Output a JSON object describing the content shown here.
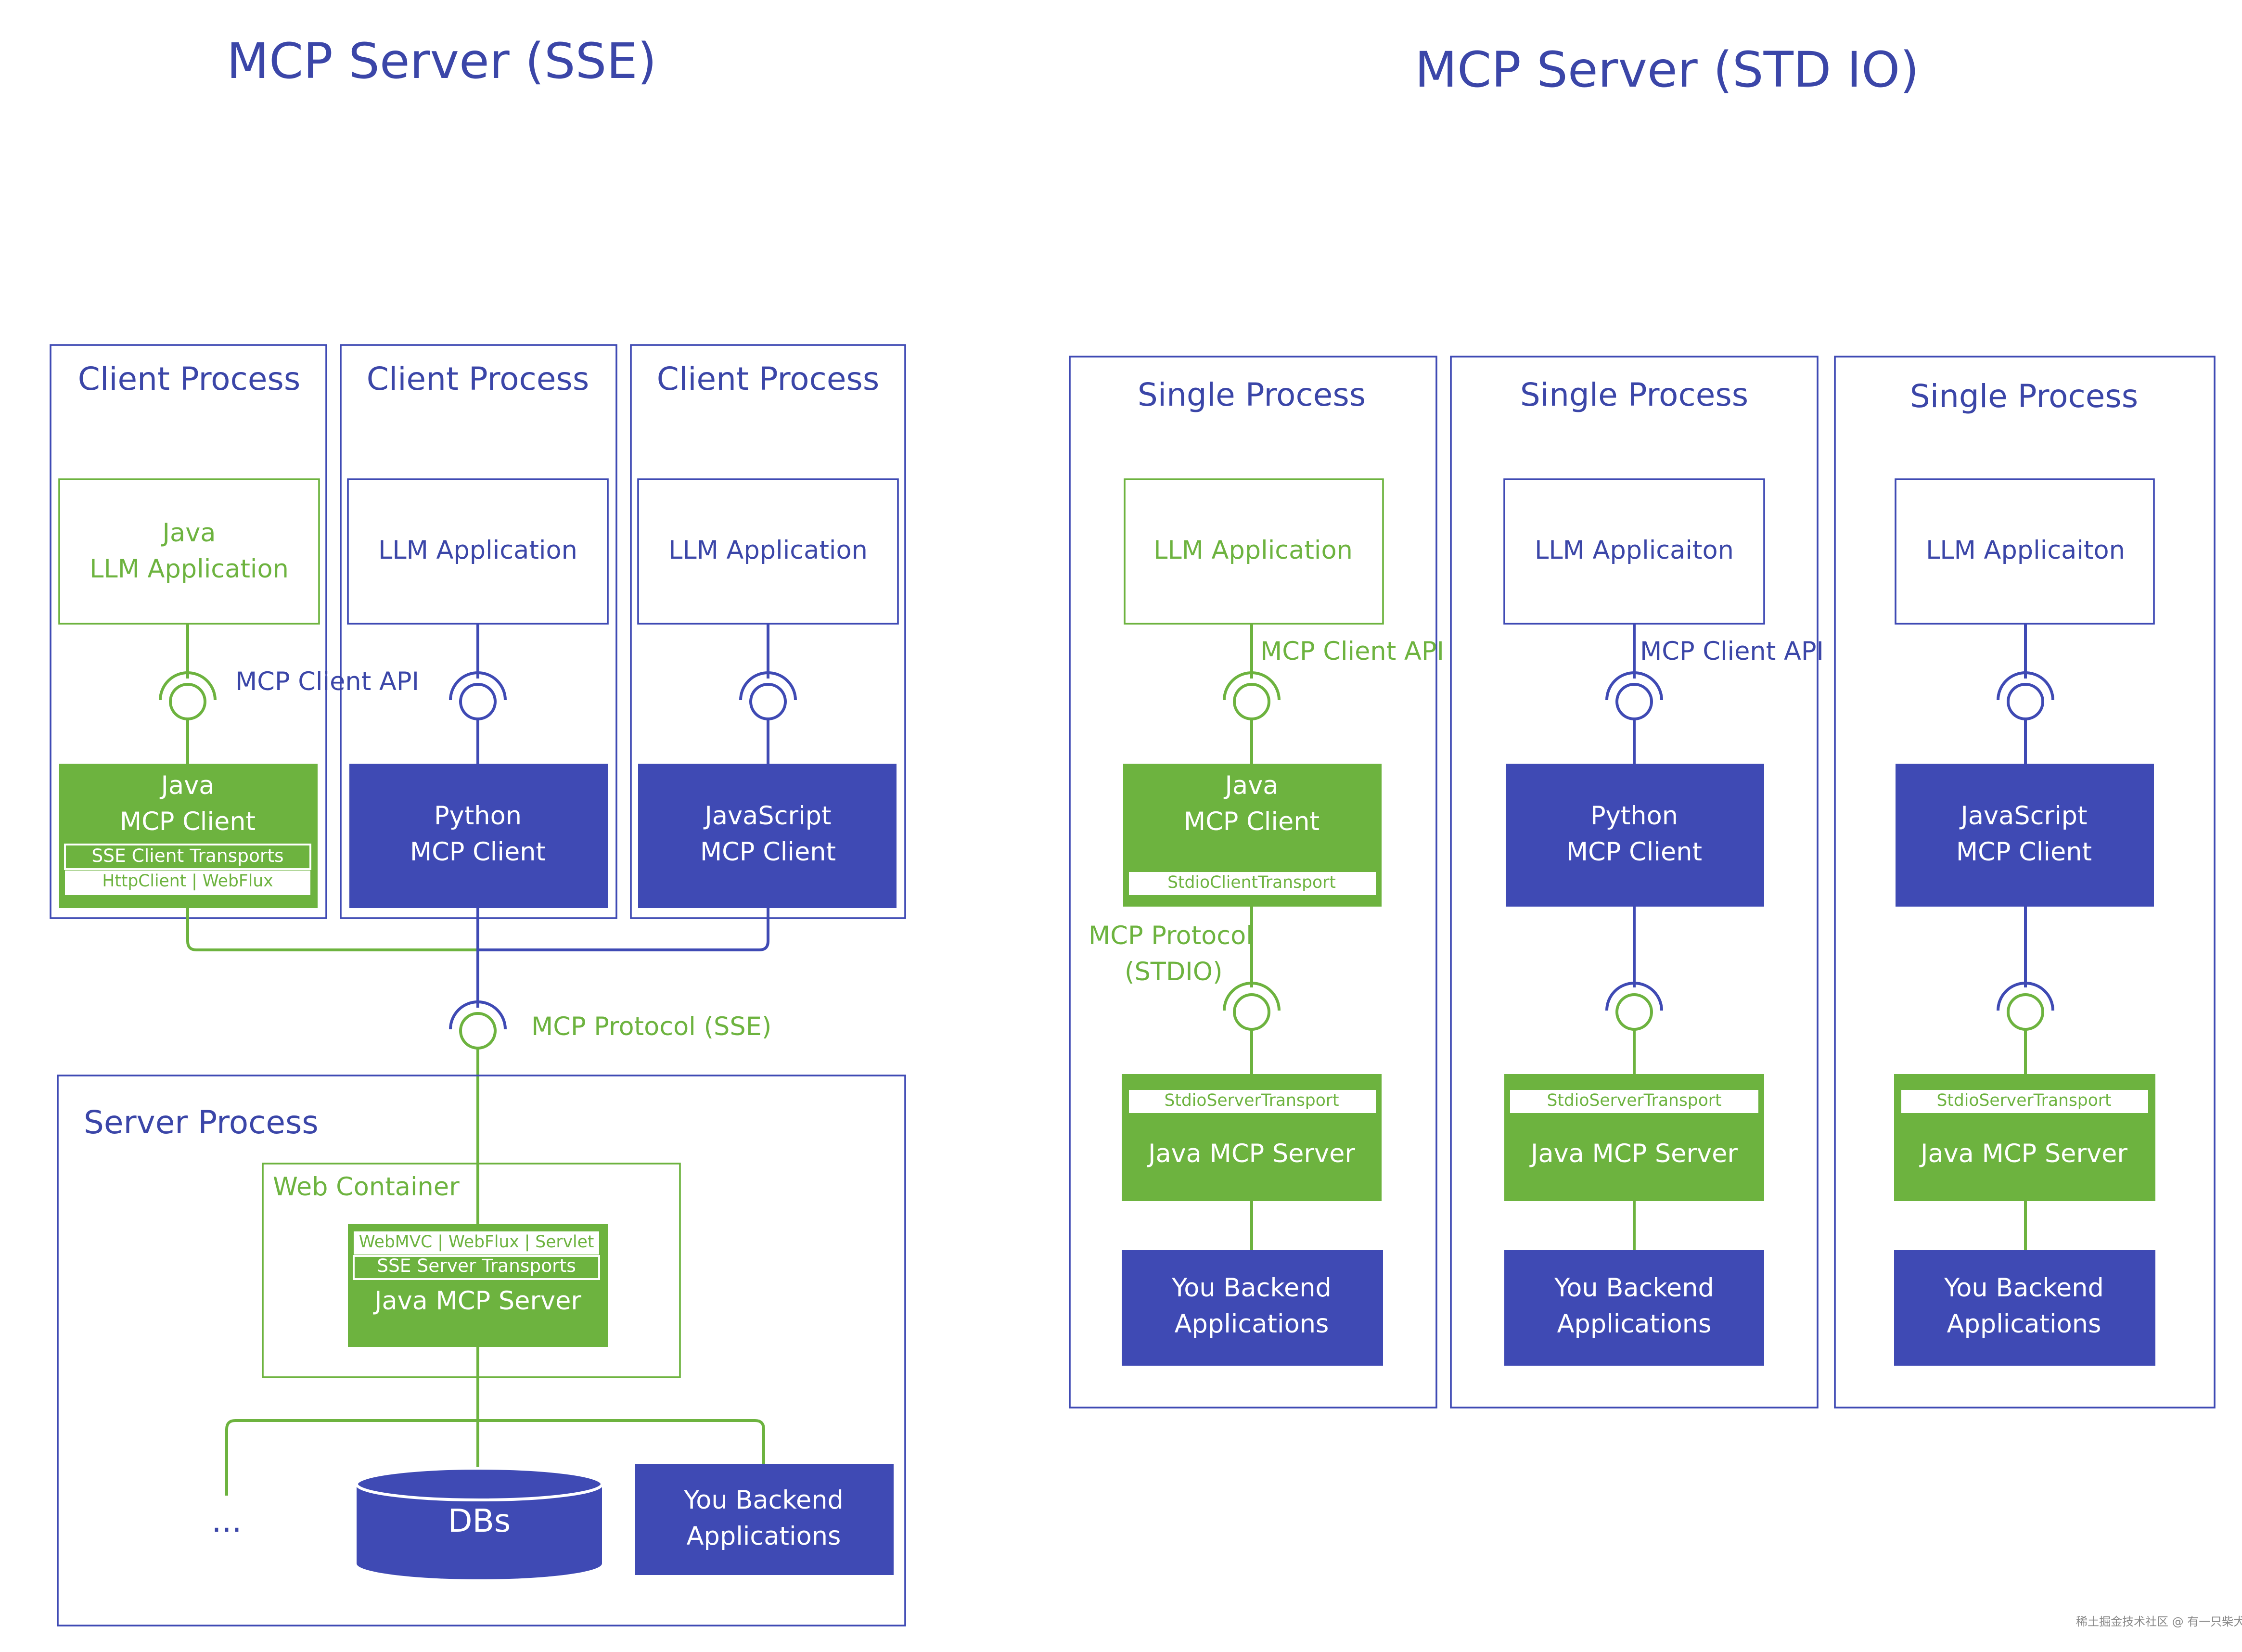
{
  "titles": {
    "sse": "MCP Server (SSE)",
    "stdio": "MCP Server (STD IO)"
  },
  "sse": {
    "client_process_label": "Client Process",
    "columns": [
      {
        "app_line1": "Java",
        "app_line2": "LLM Application",
        "client_line1": "Java",
        "client_line2": "MCP Client",
        "transport_line1": "SSE Client Transports",
        "transport_line2": "HttpClient | WebFlux",
        "color": "#6db33f"
      },
      {
        "app_line1": "",
        "app_line2": "LLM Application",
        "client_line1": "Python",
        "client_line2": "MCP Client",
        "color": "#3f4ab4"
      },
      {
        "app_line1": "",
        "app_line2": "LLM Application",
        "client_line1": "JavaScript",
        "client_line2": "MCP Client",
        "color": "#3f4ab4"
      }
    ],
    "mcp_client_api": "MCP Client API",
    "mcp_protocol": "MCP Protocol (SSE)",
    "server_process": "Server Process",
    "web_container": "Web Container",
    "server_transport_line1": "WebMVC | WebFlux | Servlet",
    "server_transport_line2": "SSE Server Transports",
    "server_name": "Java MCP Server",
    "ellipsis": "...",
    "dbs": "DBs",
    "backend_line1": "You Backend",
    "backend_line2": "Applications"
  },
  "stdio": {
    "single_process_label": "Single Process",
    "columns": [
      {
        "app": "LLM Application",
        "client_line1": "Java",
        "client_line2": "MCP Client",
        "client_transport": "StdioClientTransport",
        "api_label": "MCP Client API",
        "protocol_line1": "MCP Protocol",
        "protocol_line2": "(STDIO)",
        "color": "#6db33f"
      },
      {
        "app": "LLM Applicaiton",
        "client_line1": "Python",
        "client_line2": "MCP Client",
        "api_label": "MCP Client API",
        "color": "#3f4ab4"
      },
      {
        "app": "LLM Applicaiton",
        "client_line1": "JavaScript",
        "client_line2": "MCP Client",
        "color": "#3f4ab4"
      }
    ],
    "server_transport": "StdioServerTransport",
    "server_name": "Java MCP Server",
    "backend_line1": "You Backend",
    "backend_line2": "Applications"
  },
  "watermark": "稀土掘金技术社区 @ 有一只柴犬",
  "colors": {
    "blue": "#3f4ab4",
    "blue_text": "#3b46a8",
    "green": "#6db33f",
    "white": "#ffffff"
  }
}
